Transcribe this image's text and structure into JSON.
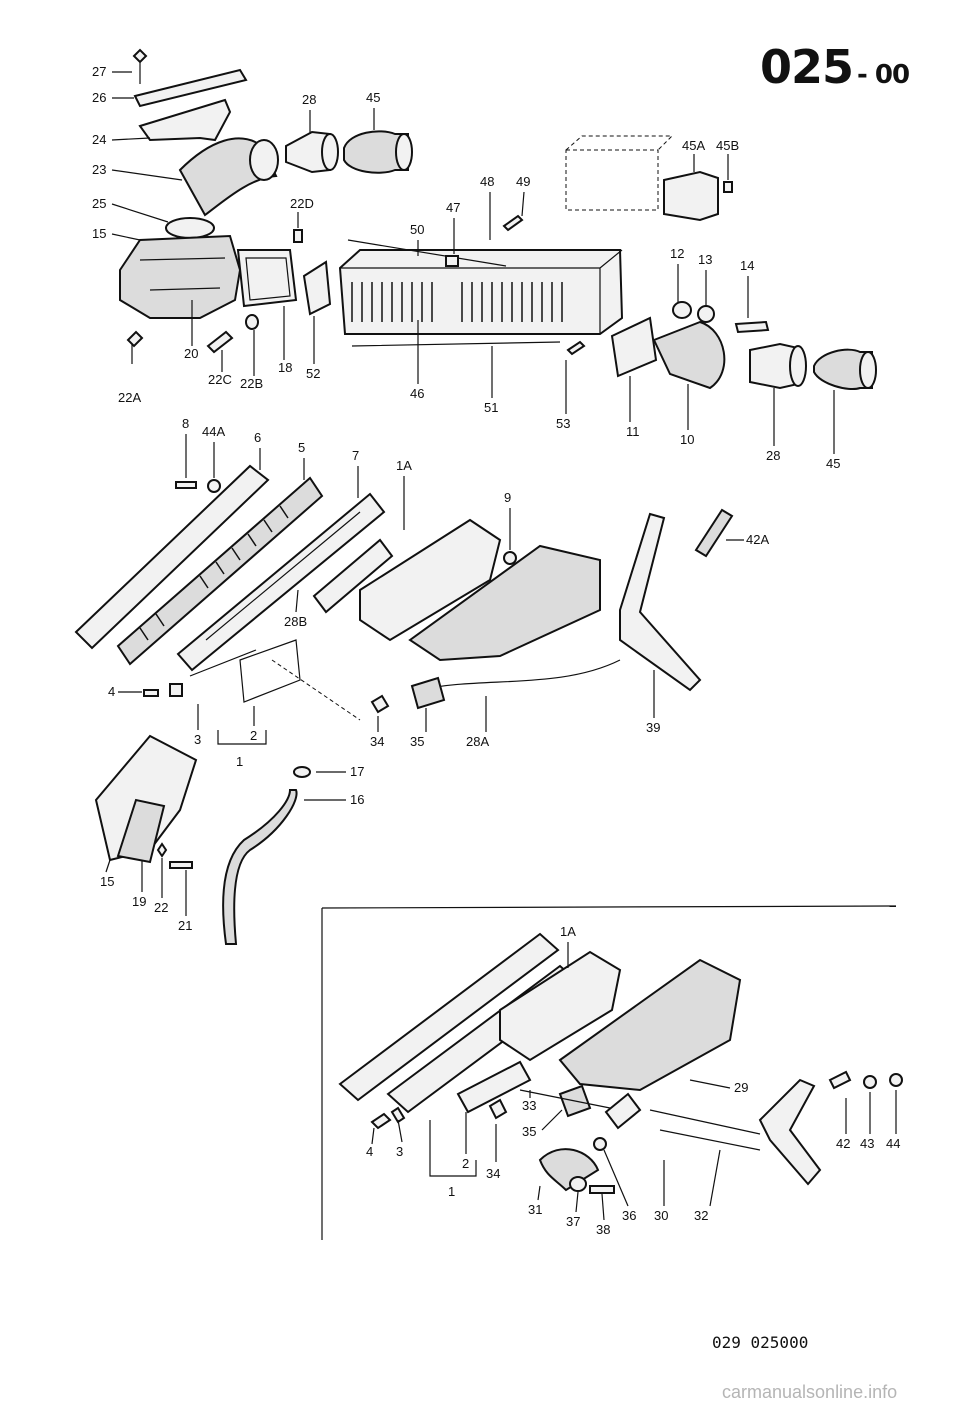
{
  "header": {
    "code": "025",
    "suffix": "- 00"
  },
  "footer": {
    "figure_ref": "029 025000",
    "watermark": "carmanualsonline.info"
  },
  "labels": {
    "l27": "27",
    "l26": "26",
    "l24": "24",
    "l23": "23",
    "l25": "25",
    "l15a": "15",
    "l20": "20",
    "l22A": "22A",
    "l22C": "22C",
    "l22B": "22B",
    "l22D": "22D",
    "l18": "18",
    "l52": "52",
    "l28a": "28",
    "l45a": "45",
    "l45A": "45A",
    "l45B": "45B",
    "l48": "48",
    "l49": "49",
    "l47": "47",
    "l50": "50",
    "l46": "46",
    "l51": "51",
    "l53": "53",
    "l11": "11",
    "l12": "12",
    "l13": "13",
    "l14": "14",
    "l10": "10",
    "l28b": "28",
    "l45b": "45",
    "l8": "8",
    "l44A": "44A",
    "l6": "6",
    "l5": "5",
    "l7": "7",
    "l1A": "1A",
    "l9": "9",
    "l42A": "42A",
    "l28B": "28B",
    "l4": "4",
    "l3": "3",
    "l2": "2",
    "l1": "1",
    "l34": "34",
    "l35": "35",
    "l28A": "28A",
    "l39": "39",
    "l17": "17",
    "l16": "16",
    "l15b": "15",
    "l19": "19",
    "l22": "22",
    "l21": "21",
    "i1A": "1A",
    "i29": "29",
    "i33": "33",
    "i35": "35",
    "i4": "4",
    "i3": "3",
    "i2": "2",
    "i1": "1",
    "i34": "34",
    "i31": "31",
    "i37": "37",
    "i38": "38",
    "i36": "36",
    "i30": "30",
    "i32": "32",
    "i42": "42",
    "i43": "43",
    "i44": "44"
  }
}
